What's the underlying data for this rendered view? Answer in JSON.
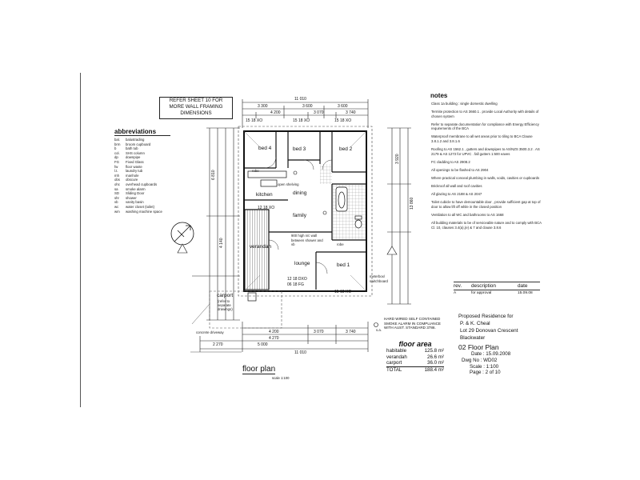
{
  "refer_box": {
    "line1": "REFER SHEET 10 FOR",
    "line2": "MORE WALL FRAMING",
    "line3": "DIMENSIONS"
  },
  "abbreviations": {
    "title": "abbreviations",
    "items": [
      {
        "k": "bal.",
        "v": "balustrading"
      },
      {
        "k": "brm",
        "v": "broom cupboard"
      },
      {
        "k": "b",
        "v": "bath tub"
      },
      {
        "k": "col.",
        "v": "SHS column"
      },
      {
        "k": "dp",
        "v": "downpipe"
      },
      {
        "k": "FG",
        "v": "Fixed Glass"
      },
      {
        "k": "fw",
        "v": "floor waste"
      },
      {
        "k": "l.t.",
        "v": "laundry tub"
      },
      {
        "k": "mh",
        "v": "manhole"
      },
      {
        "k": "obs",
        "v": "obscure"
      },
      {
        "k": "ohc",
        "v": "overhead cupboards"
      },
      {
        "k": "sa",
        "v": "smoke alarm"
      },
      {
        "k": "SD",
        "v": "Sliding Door"
      },
      {
        "k": "shr",
        "v": "shower"
      },
      {
        "k": "vb",
        "v": "vanity basin"
      },
      {
        "k": "wc",
        "v": "water closet (toilet)"
      },
      {
        "k": "wm",
        "v": "washing machine space"
      }
    ]
  },
  "notes": {
    "title": "notes",
    "items": [
      "Class 1a building : single domestic dwelling",
      "Termite protection to AS 3660.1 . provide Local Authority with details of chosen system",
      "Refer to separate documentation for compliance with Energy Efficiency requirements of the BCA",
      "Waterproof membrane to all wet areas prior to tiling to BCA Clause 3.8.1.2 and 3.8.1.6",
      "Roofing to AS 1562.1 , gutters and downpipes to AS/NZS 3500.3.2 . AS 2179 & AS 1273 for UPVC . fall gutters 1:500 eaves",
      "FC cladding to AS 2908.2",
      "All openings to be flashed to AS 2904",
      "Where practical conceal plumbing in walls, voids, cavities or cupboards",
      "Brickroof all wall and roof cavities",
      "All glazing to AS 2188 & AS 2047",
      "Toilet cubicle to have demountable door , provide sufficient gap at top of door to allow lift off while in the closed position",
      "Ventilation to all WC and bathrooms to AS 1668",
      "All building materials to be of serviceable nature and to comply with BCA Cl. 10, clauses 3.4(a),(e) & 7 and clause 3.8.6"
    ]
  },
  "revision": {
    "headers": [
      "rev.",
      "description",
      "date"
    ],
    "rows": [
      {
        "rev": "A",
        "description": "for approval",
        "date": "15.09.08"
      }
    ]
  },
  "title_block": {
    "line1": "Proposed Residence for",
    "line2": "P. & K. Cheal",
    "line3": "Lot 29 Donovan Crescent",
    "line4": "Blackwater",
    "drawing_title": "02 Floor Plan",
    "date": "Date : 15.09.2008",
    "dwg": "Dwg No : WD02",
    "scale": "Scale : 1:100",
    "page": "Page : 2 of 10"
  },
  "floor_area": {
    "title": "floor area",
    "rows": [
      {
        "label": "habitable",
        "value": "125.8 m²"
      },
      {
        "label": "verandah",
        "value": "26.6 m²"
      },
      {
        "label": "carport",
        "value": "36.0 m²"
      }
    ],
    "total_label": "TOTAL",
    "total_value": "188.4 m²"
  },
  "plan_label": "floor plan",
  "scale_label": "scale 1:100",
  "alarm_note": "HARD WIRED SELF CONTAINED SMOKE ALARM IN COMPLIANCE WITH AUST. STANDARD 3786.",
  "sa_label": "s.a.",
  "rooms": {
    "bed4": "bed 4",
    "bed3": "bed 3",
    "bed2": "bed 2",
    "kitchen": "kitchen",
    "dining": "dining",
    "family": "family",
    "verandah": "verandah",
    "lounge": "lounge",
    "bed1": "bed 1",
    "carport": "carport",
    "carport_note1": "(refer to",
    "carport_note2": "separate",
    "carport_note3": "drawings)",
    "concrete": "concrete driveway",
    "robe": "robe",
    "open_shelving": "open shelving",
    "pantry_note": "900 high n/c wall between shower and vb",
    "meter_box": "meterbox/ switchboard"
  },
  "dimensions": {
    "overall_top": "11 010",
    "overall_bottom": "11 010",
    "top_a": "3 300",
    "top_b": "3 600",
    "top_c": "3 600",
    "top_d": "4 200",
    "top_e": "3 070",
    "top_f": "3 740",
    "bot_a": "4 200",
    "bot_b": "3 070",
    "bot_c": "3 740",
    "bot_d": "4 270",
    "bot_e": "2 270",
    "bot_f": "5 000",
    "w1": "15 18 XO",
    "w2": "15 18 XO",
    "w3": "15 18 XO",
    "w4": "12 18 XO",
    "w5": "12 18 DXO",
    "w6": "06 18 FG",
    "w7": "15 18 XO",
    "side_total": "13 860",
    "side_a": "6 810",
    "side_b": "4 140",
    "side_c": "3 920"
  }
}
